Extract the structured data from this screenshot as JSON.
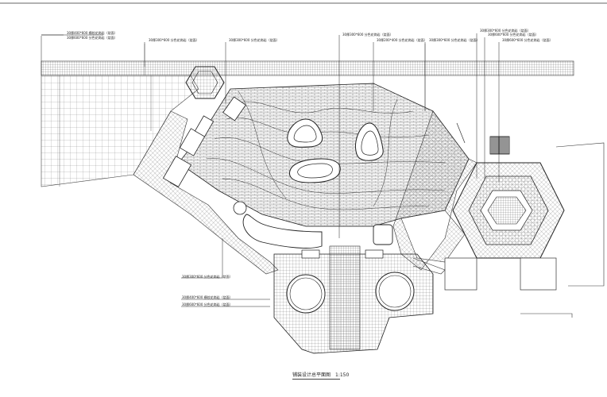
{
  "labels": {
    "l1": "30厚400*600 横纹花岗岩（烧面）",
    "l2": "30厚600*600 分色花岗岩（烧面）",
    "l3": "30厚300*600 分色花岗岩（烧面）",
    "l4": "30厚300*600 分色花岗岩（烧面）",
    "l5": "30厚300*600 分色花岗岩（烧面）",
    "l6": "30厚200*400 分色花岗岩（烧面）",
    "l7": "30厚300*600 分色花岗岩（烧面）",
    "l8": "30厚300*600 分色花岗岩（烧面）",
    "l9": "30厚600*600 分色花岗岩（烧面）",
    "l10": "30厚600*600 分色花岗岩（烧面）",
    "l11": "30厚300*600 分色花岗岩（烧面）",
    "l12": "30厚400*600 横纹花岗岩（烧面）",
    "l13": "30厚600*600 分色花岗岩（烧面）"
  },
  "title": {
    "text": "铺装设计总平面图",
    "scale": "1:150"
  }
}
